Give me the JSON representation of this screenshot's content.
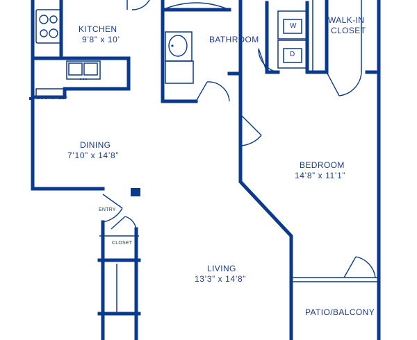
{
  "colors": {
    "wall": "#0b3a8c",
    "fixture": "#1e3a8a",
    "text": "#1e3a8a",
    "background": "#ffffff"
  },
  "rooms": {
    "kitchen": {
      "name": "KITCHEN",
      "dimensions": "9’8” x 10’"
    },
    "bathroom": {
      "name": "BATHROOM"
    },
    "walk_in_closet": {
      "name_line1": "WALK-IN",
      "name_line2": "CLOSET"
    },
    "dining": {
      "name": "DINING",
      "dimensions": "7’10” x 14’8”"
    },
    "bedroom": {
      "name": "BEDROOM",
      "dimensions": "14’8” x 11’1”"
    },
    "living": {
      "name": "LIVING",
      "dimensions": "13’3” x 14’8”"
    },
    "patio": {
      "name": "PATIO/BALCONY"
    }
  },
  "labels": {
    "bookshelf": "BOOKSHELF",
    "entry": "ENTRY",
    "closet": "CLOSET",
    "washer": "W",
    "dryer": "D"
  }
}
